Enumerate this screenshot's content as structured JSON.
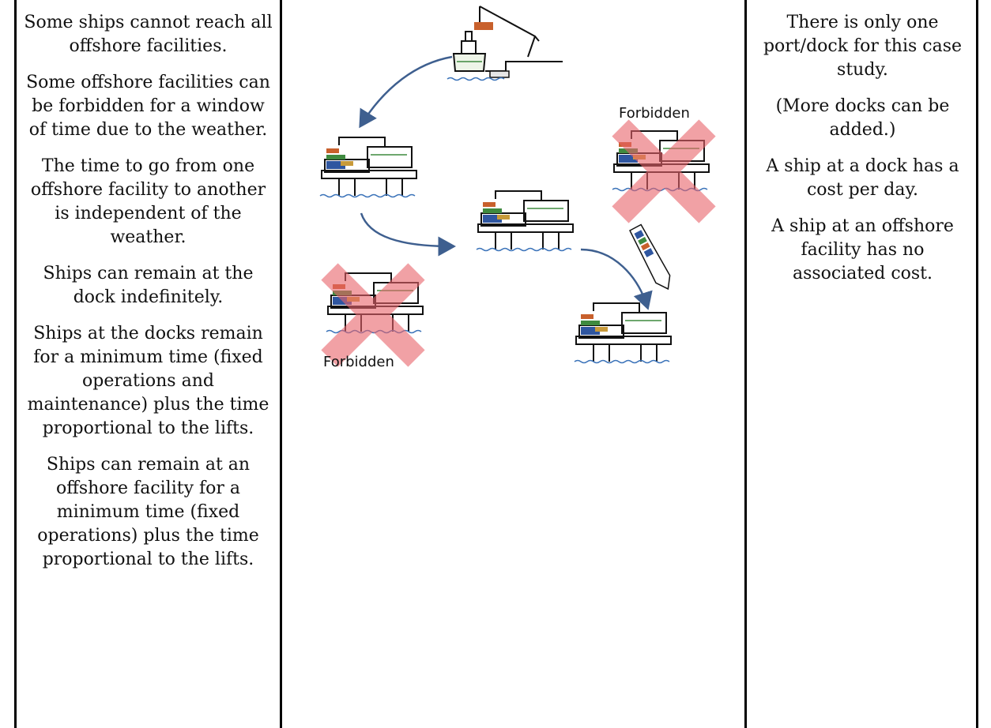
{
  "left_column": {
    "paragraphs": [
      "Some ships cannot reach all offshore facilities.",
      "Some offshore facilities can be forbidden for a window of time due to the weather.",
      "The time to go from one offshore facility to another is independent of the weather.",
      "Ships can remain at the dock indefinitely.",
      "Ships at the docks remain for a minimum time (fixed operations and maintenance) plus the time proportional to the lifts.",
      "Ships can remain at an offshore facility for a minimum time (fixed operations) plus the time proportional to the lifts."
    ]
  },
  "diagram": {
    "forbidden_label_top": "Forbidden",
    "forbidden_label_bottom": "Forbidden"
  },
  "right_column": {
    "paragraphs": [
      "There is only one port/dock for this case study.",
      "(More docks can be added.)",
      "A ship at a dock has a cost per day.",
      "A ship at an offshore facility has no associated cost."
    ]
  },
  "colors": {
    "arrow": "#3e5f8f",
    "forbidden_x": "#e8636b",
    "water": "#3b73b9",
    "container_orange": "#c8602c",
    "container_blue": "#2f56a0",
    "container_green": "#3f8a3f"
  }
}
